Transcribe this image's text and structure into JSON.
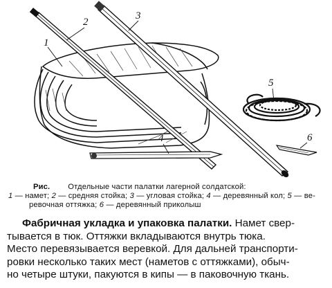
{
  "figure": {
    "labels": [
      "1",
      "2",
      "3",
      "4",
      "5",
      "6"
    ]
  },
  "caption": {
    "ris": "Рис.",
    "title": "Отдельные части палатки лагерной солдатской:",
    "parts": [
      {
        "num": "1",
        "text": " — намет; "
      },
      {
        "num": "2",
        "text": " — средняя стойка; "
      },
      {
        "num": "3",
        "text": " — угловая стойка; "
      },
      {
        "num": "4",
        "text": " — деревянный кол; "
      },
      {
        "num": "5",
        "text": " — ве-"
      },
      {
        "num": "",
        "text": "ревочная оттяжка; "
      },
      {
        "num": "6",
        "text": " — деревянный приколыш"
      }
    ]
  },
  "body": {
    "heading": "Фабричная укладка и упаковка палатки.",
    "line1_rest": " Намет свер-",
    "line2": "тывается в тюк. Оттяжки вкладываются внутрь тюка.",
    "line3": "Место перевязывается веревкой. Для дальней транспорти-",
    "line4": "ровки несколько таких мест (наметов с оттяжками), обыч-",
    "line5": "но четыре штуки, пакуются в кипы — в паковочную ткань."
  }
}
